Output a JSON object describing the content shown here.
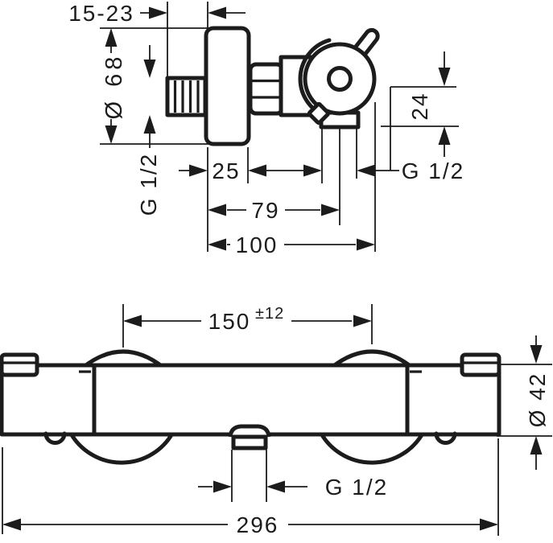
{
  "page": {
    "background": "#ffffff",
    "line_color": "#1c1c1c"
  },
  "top_view": {
    "protrusion_range": "15-23",
    "escutcheon_diameter": "Ø 68",
    "supply_thread": "G 1/2",
    "escutcheon_depth": "25",
    "outlet_offset": "24",
    "outlet_thread": "G 1/2",
    "depth_to_outlet_axis": "79",
    "overall_depth": "100"
  },
  "front_view": {
    "connection_centers": "150",
    "connection_centers_tolerance": "±12",
    "body_diameter": "Ø 42",
    "shower_outlet_thread": "G 1/2",
    "overall_width": "296"
  }
}
